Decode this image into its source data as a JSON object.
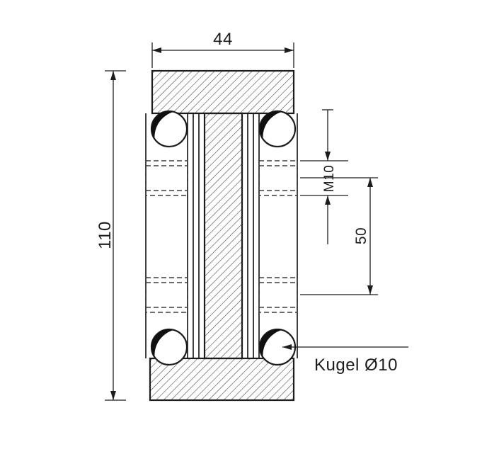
{
  "drawing": {
    "labels": {
      "width": "44",
      "height": "110",
      "thread": "M10",
      "hole_spacing": "50",
      "ball_callout": "Kugel Ø10"
    },
    "colors": {
      "line": "#1c1c1c",
      "hatch": "#4a4a4a",
      "hidden": "#3c3c3c",
      "crescent": "#101010",
      "background": "#ffffff"
    }
  }
}
